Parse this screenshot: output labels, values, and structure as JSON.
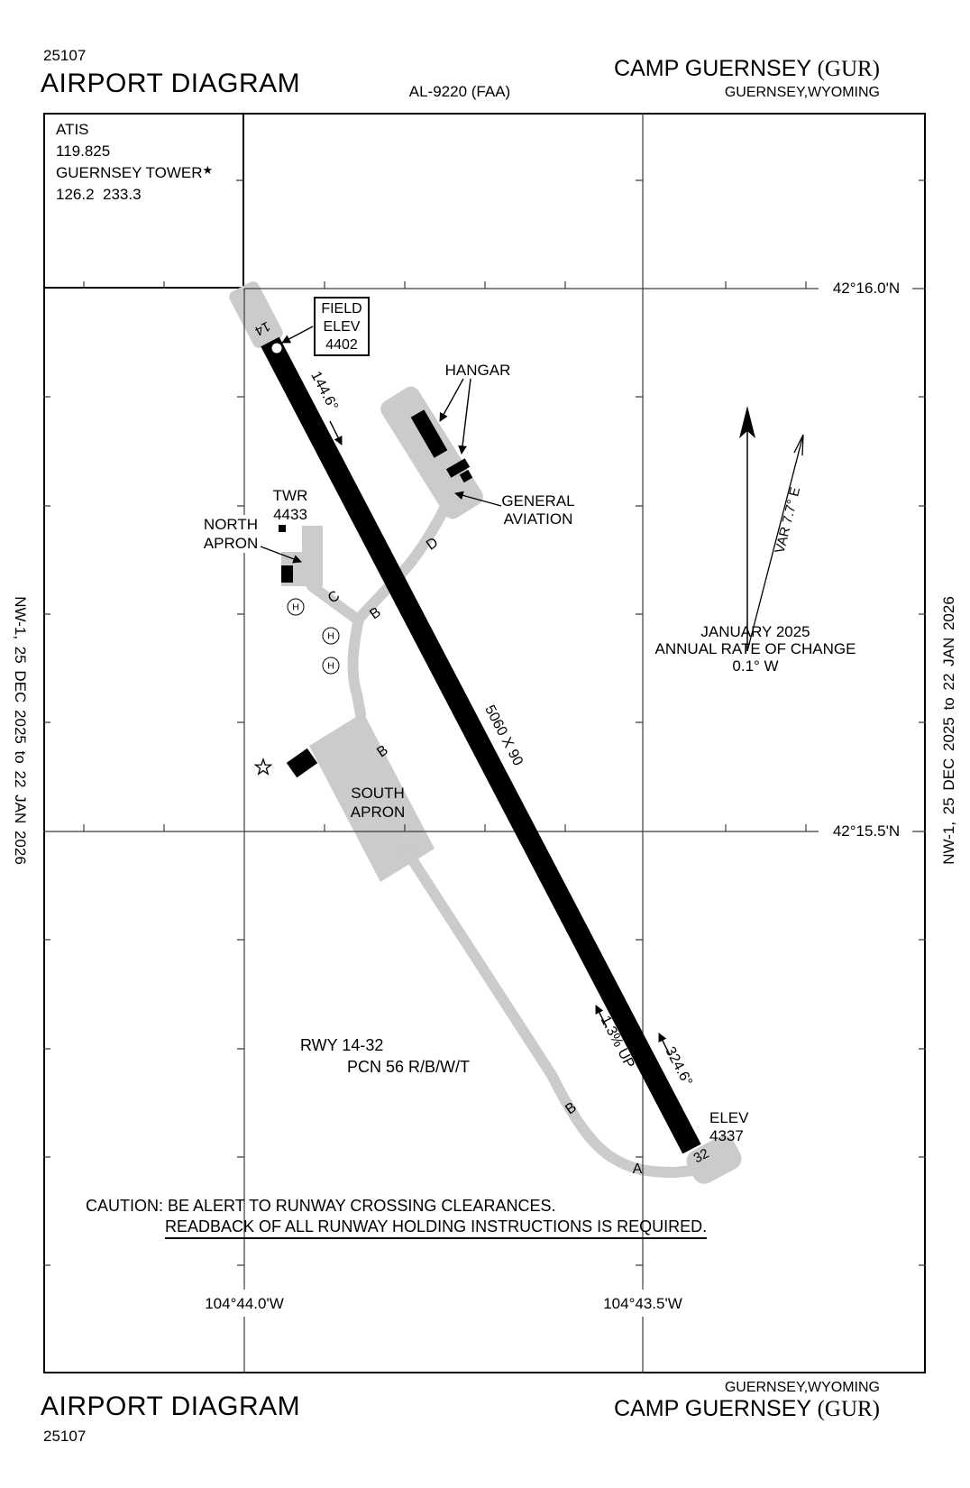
{
  "header": {
    "chart_number": "25107",
    "title": "AIRPORT DIAGRAM",
    "procedure_id": "AL-9220 (FAA)",
    "airport_name": "CAMP GUERNSEY ",
    "airport_code": "(GUR)",
    "city_state": "GUERNSEY,WYOMING"
  },
  "footer": {
    "title": "AIRPORT DIAGRAM",
    "chart_number": "25107",
    "airport_name": "CAMP GUERNSEY ",
    "airport_code": "(GUR)",
    "city_state": "GUERNSEY,WYOMING"
  },
  "margin_note": "NW-1,  25 DEC 2025  to  22 JAN 2026",
  "comm": {
    "atis_label": "ATIS",
    "atis_freq": "119.825",
    "tower_name": "GUERNSEY TOWER",
    "tower_star": "★",
    "tower_freqs": "126.2  233.3"
  },
  "grid_labels": {
    "lat_top": "42°16.0'N",
    "lat_bottom": "42°15.5'N",
    "lon_left": "104°44.0'W",
    "lon_right": "104°43.5'W"
  },
  "field_elev": {
    "line1": "FIELD",
    "line2": "ELEV",
    "value": "4402"
  },
  "runway": {
    "number_14": "14",
    "number_32": "32",
    "heading_14": "144.6°",
    "heading_32": "324.6°",
    "dimensions": "5060 X 90",
    "gradient": "1.3% UP",
    "elev_32_label": "ELEV",
    "elev_32_value": "4337",
    "info_title": "RWY 14-32",
    "info_pcn": "PCN 56 R/B/W/T"
  },
  "labels": {
    "hangar": "HANGAR",
    "general_1": "GENERAL",
    "general_2": "AVIATION",
    "twr": "TWR",
    "twr_elev": "4433",
    "north_1": "NORTH",
    "north_2": "APRON",
    "south_1": "SOUTH",
    "south_2": "APRON",
    "helipad": "H",
    "twy_a": "A",
    "twy_b": "B",
    "twy_c": "C",
    "twy_d": "D"
  },
  "north_indicator": {
    "variation": "VAR 7.7° E",
    "date": "JANUARY 2025",
    "rate_label": "ANNUAL RATE OF CHANGE",
    "rate_value": "0.1° W"
  },
  "caution": {
    "line1": "CAUTION: BE ALERT TO RUNWAY CROSSING CLEARANCES.",
    "line2": "READBACK OF ALL RUNWAY HOLDING INSTRUCTIONS IS REQUIRED."
  },
  "colors": {
    "pavement": "#cbcbcb",
    "runway": "#000000",
    "grid_line": "#3c3c3c"
  }
}
